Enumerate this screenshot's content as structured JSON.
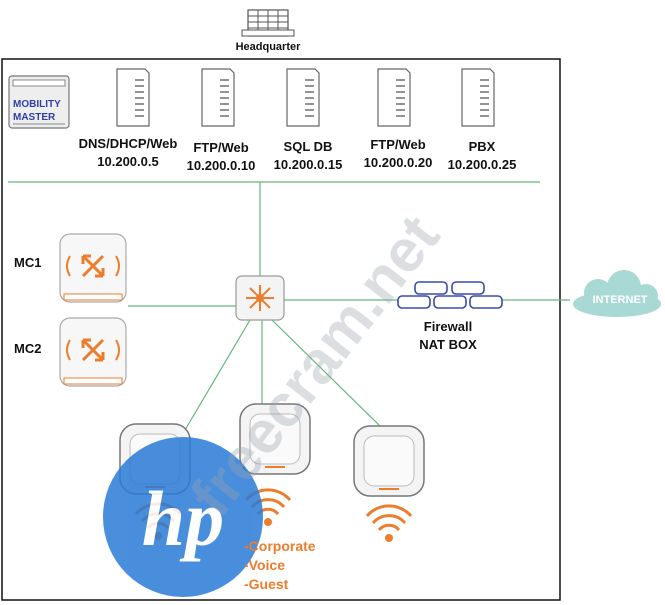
{
  "headquarter": "Headquarter",
  "mobility_master": {
    "line1": "MOBILITY",
    "line2": "MASTER"
  },
  "servers": [
    {
      "name": "DNS/DHCP/Web",
      "ip": "10.200.0.5"
    },
    {
      "name": "FTP/Web",
      "ip": "10.200.0.10"
    },
    {
      "name": "SQL DB",
      "ip": "10.200.0.15"
    },
    {
      "name": "FTP/Web",
      "ip": "10.200.0.20"
    },
    {
      "name": "PBX",
      "ip": "10.200.0.25"
    }
  ],
  "controllers": [
    "MC1",
    "MC2"
  ],
  "firewall": {
    "line1": "Firewall",
    "line2": "NAT BOX"
  },
  "internet": "INTERNET",
  "ssids": [
    "-Corporate",
    "-Voice",
    "-Guest"
  ],
  "watermark": "freecram.net",
  "colors": {
    "link": "#63b77a",
    "accent": "#ec7d2c",
    "cloud": "#a9d9d4",
    "watermark_logo": "#2a7bd6"
  }
}
